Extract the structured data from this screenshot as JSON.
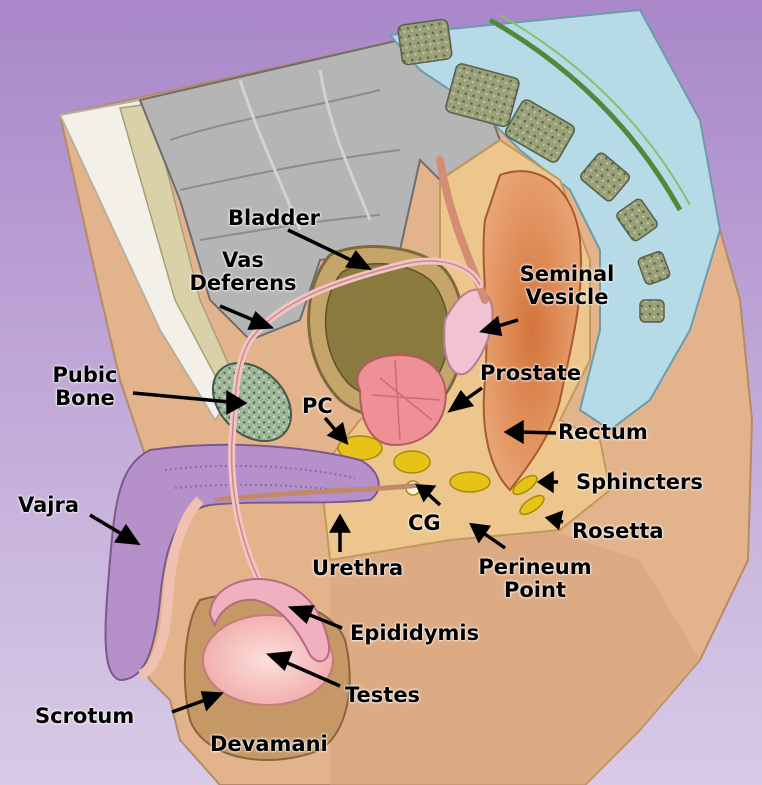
{
  "labels": {
    "bladder": "Bladder",
    "vas_1": "Vas",
    "vas_2": "Deferens",
    "seminal_1": "Seminal",
    "seminal_2": "Vesicle",
    "prostate": "Prostate",
    "pubic_1": "Pubic",
    "pubic_2": "Bone",
    "pc": "PC",
    "rectum": "Rectum",
    "sphincters": "Sphincters",
    "rosetta": "Rosetta",
    "vajra": "Vajra",
    "cg": "CG",
    "urethra": "Urethra",
    "perineum_1": "Perineum",
    "perineum_2": "Point",
    "epididymis": "Epididymis",
    "testes": "Testes",
    "scrotum": "Scrotum",
    "devamani": "Devamani"
  },
  "colors": {
    "background_top": "#a987c9",
    "background_bottom": "#d8cbe6",
    "skin": "#e3b48c",
    "tissue": "#ecc68c",
    "bone_spine": "#b7dbe6",
    "vertebra": "#8e9a72",
    "pelvic_cavity": "#b5b5b5",
    "bladder": "#8a7a40",
    "prostate": "#ef8f96",
    "rectum": "#d4743c",
    "penis_outer": "#b690c8",
    "muscle_yellow": "#e8c317",
    "duct": "#f4c3c3",
    "testis": "#f4b7b5"
  }
}
